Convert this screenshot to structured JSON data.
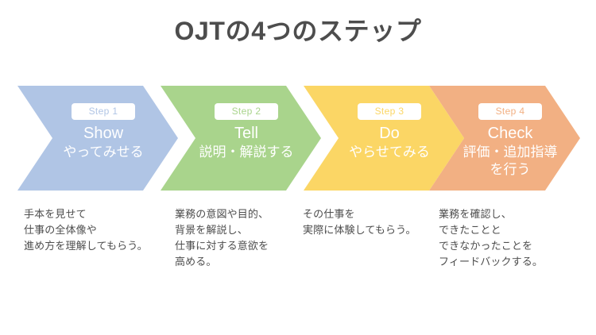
{
  "title": "OJTの4つのステップ",
  "colors": {
    "step1": "#b0c5e5",
    "step2": "#a9d48c",
    "step3": "#fbd665",
    "step4": "#f2b083",
    "text": "#4d4d4d",
    "chevron_text": "#ffffff",
    "background": "#ffffff"
  },
  "steps": [
    {
      "badge": "Step 1",
      "en": "Show",
      "jp": "やってみせる",
      "description": "手本を見せて\n仕事の全体像や\n進め方を理解してもらう。"
    },
    {
      "badge": "Step 2",
      "en": "Tell",
      "jp": "説明・解説する",
      "description": "業務の意図や目的、\n背景を解説し、\n仕事に対する意欲を\n高める。"
    },
    {
      "badge": "Step 3",
      "en": "Do",
      "jp": "やらせてみる",
      "description": "その仕事を\n実際に体験してもらう。"
    },
    {
      "badge": "Step 4",
      "en": "Check",
      "jp": "評価・追加指導\nを行う",
      "description": "業務を確認し、\nできたことと\nできなかったことを\nフィードバックする。"
    }
  ]
}
